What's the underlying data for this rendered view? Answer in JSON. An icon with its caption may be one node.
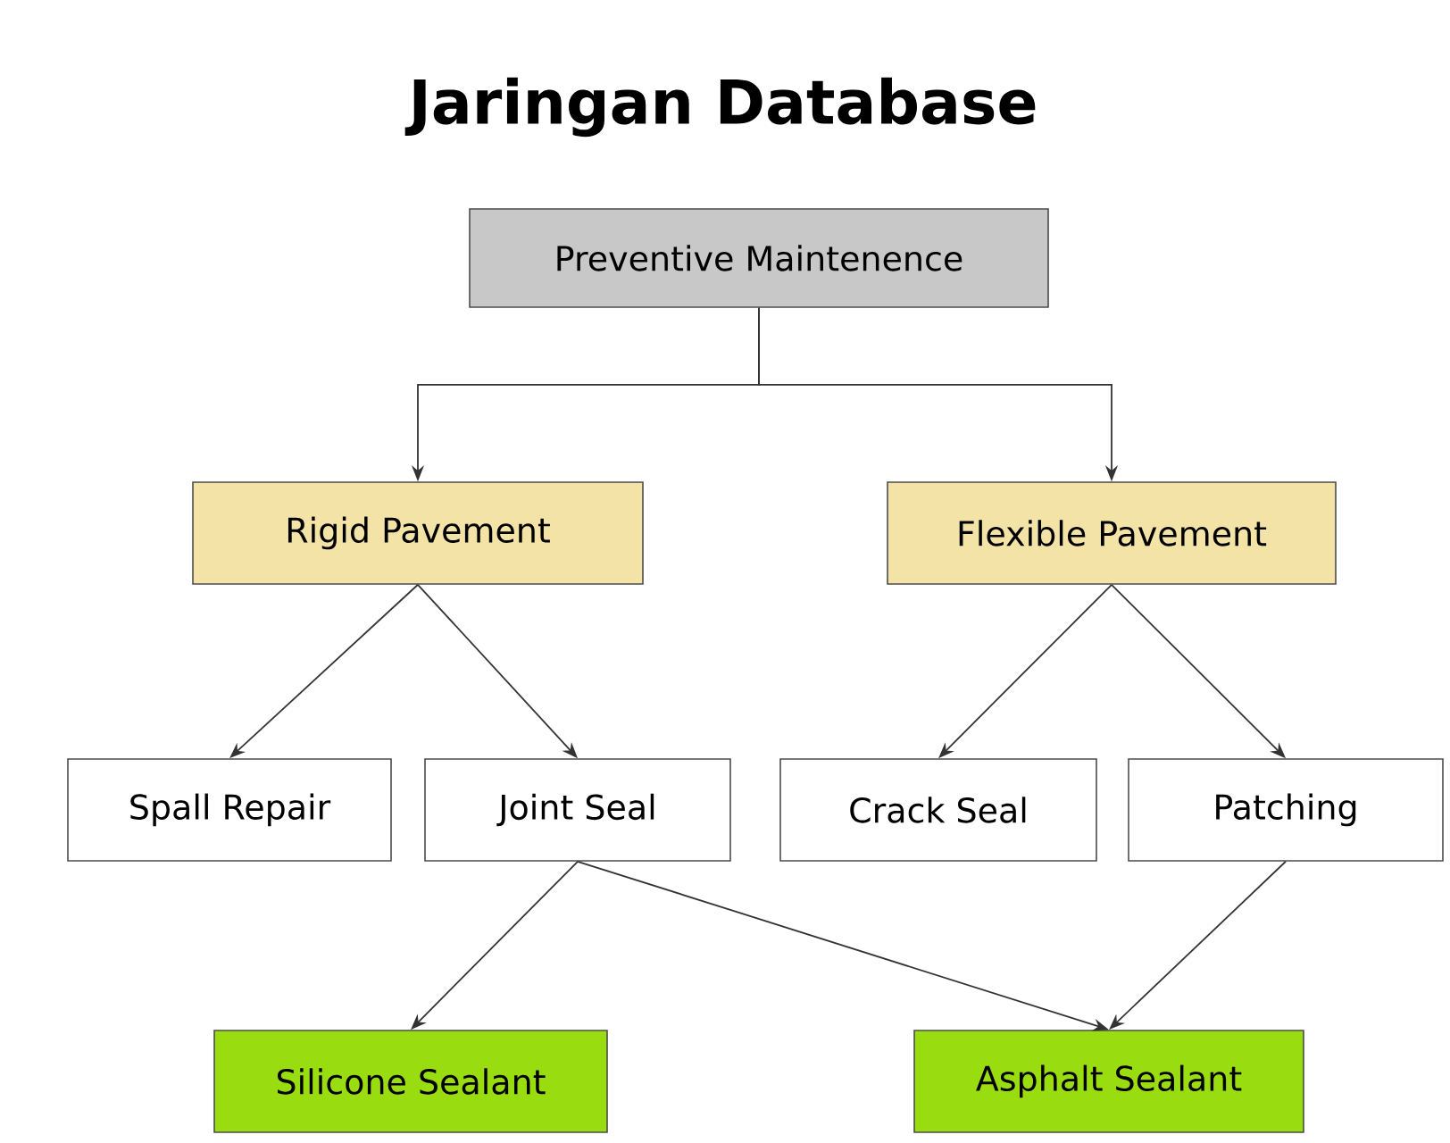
{
  "diagram": {
    "title": "Jaringan Database",
    "nodes": [
      {
        "text": [
          "Preventive Maintenence"
        ]
      },
      {
        "text": [
          "Rigid Pavement"
        ]
      },
      {
        "text": [
          "Flexible Pavement"
        ]
      },
      {
        "text": [
          "Spall Repair"
        ]
      },
      {
        "text": [
          "Joint Seal"
        ]
      },
      {
        "text": [
          "Crack Seal"
        ]
      },
      {
        "text": [
          "Patching"
        ]
      },
      {
        "text": [
          "Silicone Sealant"
        ]
      },
      {
        "text": [
          "Asphalt Sealant"
        ]
      }
    ],
    "edges": [
      {
        "from": 0,
        "to": 1,
        "arrow": "to"
      },
      {
        "from": 0,
        "to": 2,
        "arrow": "to"
      },
      {
        "from": 1,
        "to": 3,
        "arrow": "to"
      },
      {
        "from": 1,
        "to": 4,
        "arrow": "to"
      },
      {
        "from": 2,
        "to": 5,
        "arrow": "to"
      },
      {
        "from": 2,
        "to": 6,
        "arrow": "to"
      },
      {
        "from": 4,
        "to": 7,
        "arrow": "to"
      },
      {
        "from": 4,
        "to": 8,
        "arrow": "to"
      },
      {
        "from": 6,
        "to": 8,
        "arrow": "to"
      }
    ]
  }
}
